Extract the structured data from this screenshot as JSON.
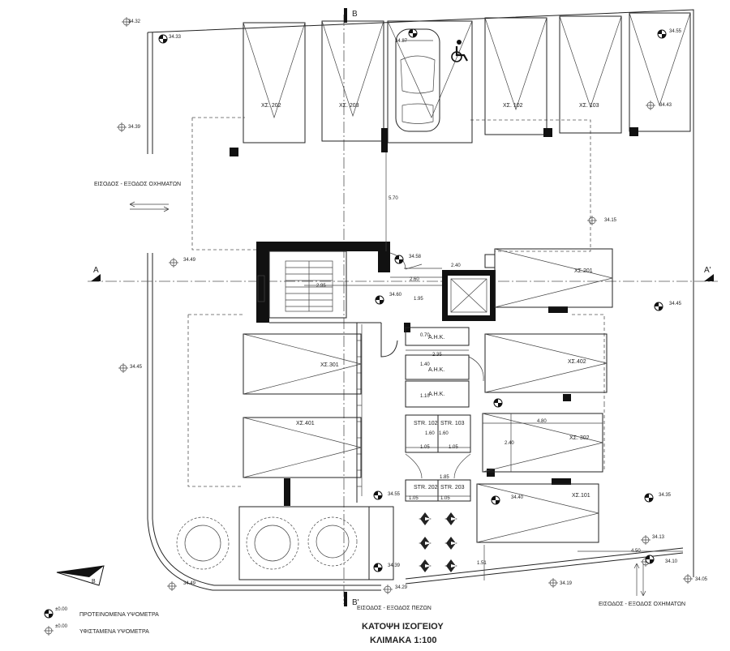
{
  "title": "ΚΑΤΟΨΗ ΙΣΟΓΕΙΟΥ",
  "scale": "ΚΛΙΜΑΚΑ 1:100",
  "section_labels": {
    "a": "A",
    "a_prime": "A'",
    "b": "B",
    "b_prime": "B'"
  },
  "parking": {
    "top_row": [
      "ΧΣ. 202",
      "ΧΣ. 203",
      "ΧΣ. 102",
      "ΧΣ. 103"
    ],
    "right": {
      "s201": "ΧΣ.201",
      "s402": "ΧΣ.402",
      "s302": "ΧΣ. 302",
      "s101": "ΧΣ.101"
    },
    "left": {
      "s301": "ΧΣ.301",
      "s401": "ΧΣ.401"
    }
  },
  "rooms": {
    "ahk": [
      "Α.Η.Κ.",
      "Α.Η.Κ.",
      "Α.Η.Κ."
    ],
    "storage": [
      "STR. 102",
      "STR. 103",
      "STR. 202",
      "STR. 203"
    ]
  },
  "labels": {
    "vehicle_entrance_left": "ΕΙΣΟΔΟΣ - ΕΞΟΔΟΣ ΟΧΗΜΑΤΩΝ",
    "vehicle_entrance_right": "ΕΙΣΟΔΟΣ - ΕΞΟΔΟΣ ΟΧΗΜΑΤΩΝ",
    "pedestrian_entrance": "ΕΙΣΟΔΟΣ - ΕΞΟΔΟΣ ΠΕΖΩΝ"
  },
  "levels": [
    "34.32",
    "34.33",
    "34.39",
    "34.49",
    "34.45",
    "34.49",
    "34.55",
    "34.43",
    "34.15",
    "34.45",
    "34.35",
    "34.13",
    "34.10",
    "34.05",
    "34.19",
    "34.29",
    "34.39",
    "34.55",
    "34.40",
    "34.58",
    "34.60",
    "34.87"
  ],
  "dimensions": [
    "5.70",
    "2.40",
    "2.60",
    "2.95",
    "1.95",
    "0.70",
    "2.35",
    "1.40",
    "1.10",
    "1.60",
    "1.60",
    "1.05",
    "1.05",
    "1.85",
    "1.05",
    "1.05",
    "4.80",
    "2.40",
    "4.50",
    "1.51"
  ],
  "legend": {
    "proposed": "ΠΡΟΤΕΙΝΟΜΕΝΑ ΥΨΟΜΕΤΡΑ",
    "existing": "ΥΦΙΣΤΑΜΕΝΑ ΥΨΟΜΕΤΡΑ",
    "marker": "±0.00"
  }
}
